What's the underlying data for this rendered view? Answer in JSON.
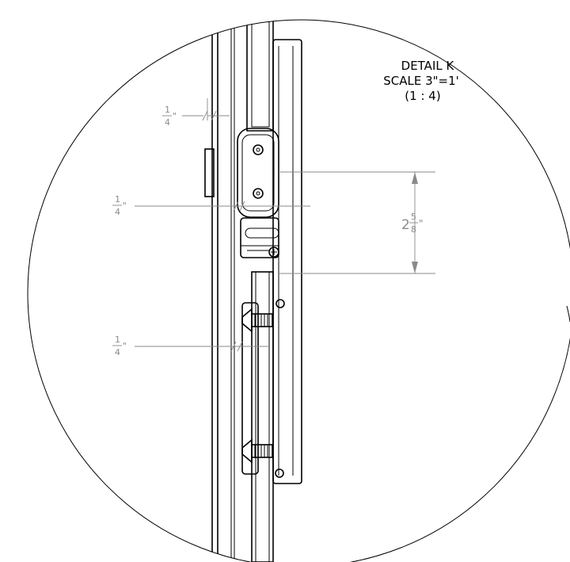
{
  "detail": {
    "title": "DETAIL K",
    "scale": "SCALE 3\"=1'",
    "ratio": "(1 : 4)"
  },
  "dimensions": {
    "top": {
      "whole": "",
      "num": "1",
      "den": "4",
      "unit": "\""
    },
    "middle": {
      "whole": "",
      "num": "1",
      "den": "4",
      "unit": "\""
    },
    "bottom": {
      "whole": "",
      "num": "1",
      "den": "4",
      "unit": "\""
    },
    "vertical": {
      "whole": "2",
      "num": "5",
      "den": "8",
      "unit": "\""
    }
  }
}
